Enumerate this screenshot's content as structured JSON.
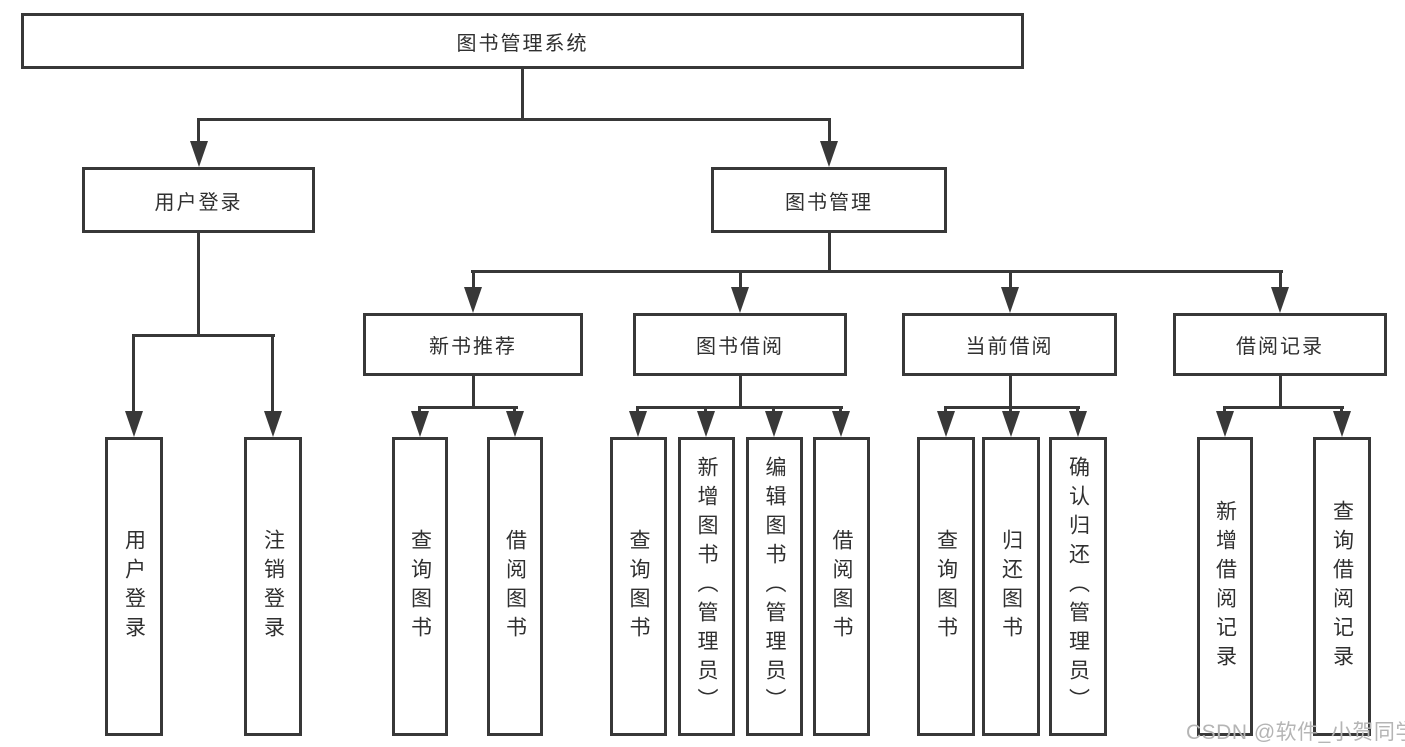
{
  "diagram": {
    "root": "图书管理系统",
    "branches": [
      {
        "label": "用户登录",
        "leaves": [
          "用户登录",
          "注销登录"
        ]
      },
      {
        "label": "图书管理",
        "groups": [
          {
            "label": "新书推荐",
            "leaves": [
              "查询图书",
              "借阅图书"
            ]
          },
          {
            "label": "图书借阅",
            "leaves": [
              "查询图书",
              "新增图书（管理员）",
              "编辑图书（管理员）",
              "借阅图书"
            ]
          },
          {
            "label": "当前借阅",
            "leaves": [
              "查询图书",
              "归还图书",
              "确认归还（管理员）"
            ]
          },
          {
            "label": "借阅记录",
            "leaves": [
              "新增借阅记录",
              "查询借阅记录"
            ]
          }
        ]
      }
    ]
  },
  "watermark": "CSDN @软件_小贺同学",
  "colors": {
    "line": "#383838",
    "text": "#303030",
    "watermark": "#b5b5b5",
    "background": "#ffffff"
  }
}
